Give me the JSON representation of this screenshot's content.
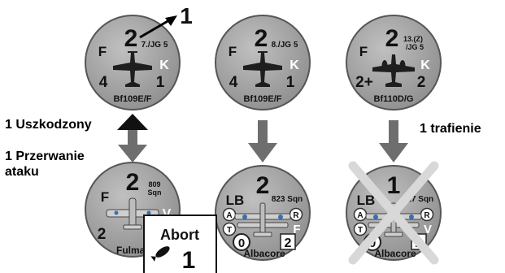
{
  "annotations": {
    "top_change": "1",
    "damaged": "1 Uszkodzony",
    "aborted_line1": "1 Przerwanie",
    "aborted_line2": "ataku",
    "hit": "1 trafienie"
  },
  "abort_marker": {
    "label": "Abort",
    "value": "1"
  },
  "fighters": [
    {
      "id": "fighter-1",
      "top_value": "2",
      "unit_line1": "7./JG 5",
      "unit_line2": "",
      "left_code": "F",
      "right_code": "K",
      "bottom_left": "4",
      "bottom_right": "1",
      "model": "Bf109E/F"
    },
    {
      "id": "fighter-2",
      "top_value": "2",
      "unit_line1": "8./JG 5",
      "unit_line2": "",
      "left_code": "F",
      "right_code": "K",
      "bottom_left": "4",
      "bottom_right": "1",
      "model": "Bf109E/F"
    },
    {
      "id": "fighter-3",
      "top_value": "2",
      "unit_line1": "13.(Z)",
      "unit_line2": "/JG 5",
      "left_code": "F",
      "right_code": "K",
      "bottom_left": "2+",
      "bottom_right": "2",
      "model": "Bf110D/G"
    }
  ],
  "defenders": [
    {
      "id": "defender-1",
      "top_value": "2",
      "unit_line1": "809",
      "unit_line2": "Sqn",
      "left_code": "F",
      "right_code": "V",
      "bottom_left": "2",
      "model": "Fulmar",
      "state": "aborted"
    },
    {
      "id": "defender-2",
      "top_value": "2",
      "unit": "823 Sqn",
      "left_code": "LB",
      "side_left_top": "A",
      "side_left_bottom": "T",
      "side_right_top": "R",
      "side_right_bottom": "F",
      "bottom_left": "0",
      "bottom_right": "2",
      "model": "Albacore",
      "state": "normal"
    },
    {
      "id": "defender-3",
      "top_value": "1",
      "unit": "817 Sqn",
      "left_code": "LB",
      "side_left_top": "A",
      "side_left_bottom": "T",
      "side_right_top": "R",
      "side_right_bottom": "V",
      "bottom_left": "0",
      "bottom_right": "2",
      "model": "Albacore",
      "state": "destroyed"
    }
  ],
  "colors": {
    "counter_fill": "#a6a6a6",
    "counter_edge": "#565656",
    "arrow": "#6e6e6e",
    "cross": "#d8d8d8"
  }
}
